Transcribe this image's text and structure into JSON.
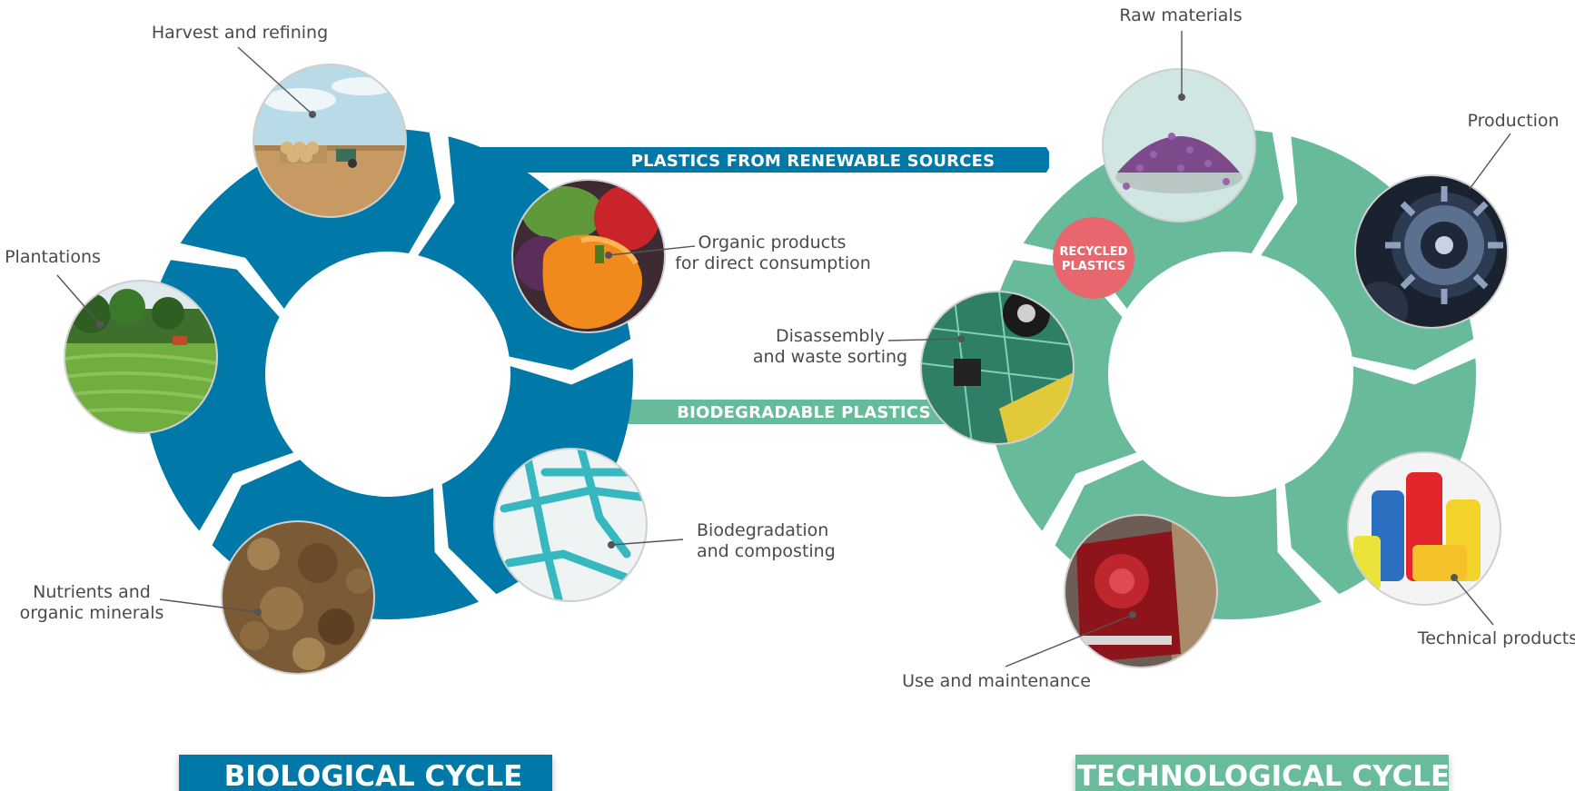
{
  "colors": {
    "biological": "#0079A8",
    "technological": "#67BB9B",
    "badge": "#E8676E",
    "label_text": "#4a4a4a"
  },
  "bands": {
    "renewable": "PLASTICS FROM RENEWABLE SOURCES",
    "biodegradable": "BIODEGRADABLE PLASTICS"
  },
  "badge": {
    "line1": "RECYCLED",
    "line2": "PLASTICS"
  },
  "titles": {
    "biological": "BIOLOGICAL CYCLE",
    "technological": "TECHNOLOGICAL CYCLE"
  },
  "biological_nodes": [
    {
      "id": "harvest",
      "label": [
        "Harvest and refining"
      ],
      "photo_icon": "field-tractor-photo"
    },
    {
      "id": "organic",
      "label": [
        "Organic products",
        "for direct consumption"
      ],
      "photo_icon": "vegetables-photo"
    },
    {
      "id": "biodeg",
      "label": [
        "Biodegradation",
        "and composting"
      ],
      "photo_icon": "mycelium-photo"
    },
    {
      "id": "nutrients",
      "label": [
        "Nutrients and",
        "organic minerals"
      ],
      "photo_icon": "soil-photo"
    },
    {
      "id": "plantations",
      "label": [
        "Plantations"
      ],
      "photo_icon": "rice-terraces-photo"
    }
  ],
  "technological_nodes": [
    {
      "id": "raw",
      "label": [
        "Raw materials"
      ],
      "photo_icon": "plastic-pellets-photo"
    },
    {
      "id": "production",
      "label": [
        "Production"
      ],
      "photo_icon": "gears-photo"
    },
    {
      "id": "technical",
      "label": [
        "Technical products"
      ],
      "photo_icon": "plastic-bottles-photo"
    },
    {
      "id": "use",
      "label": [
        "Use and maintenance"
      ],
      "photo_icon": "tail-light-photo"
    },
    {
      "id": "disassembly",
      "label": [
        "Disassembly",
        "and waste sorting"
      ],
      "photo_icon": "circuit-board-photo"
    }
  ]
}
